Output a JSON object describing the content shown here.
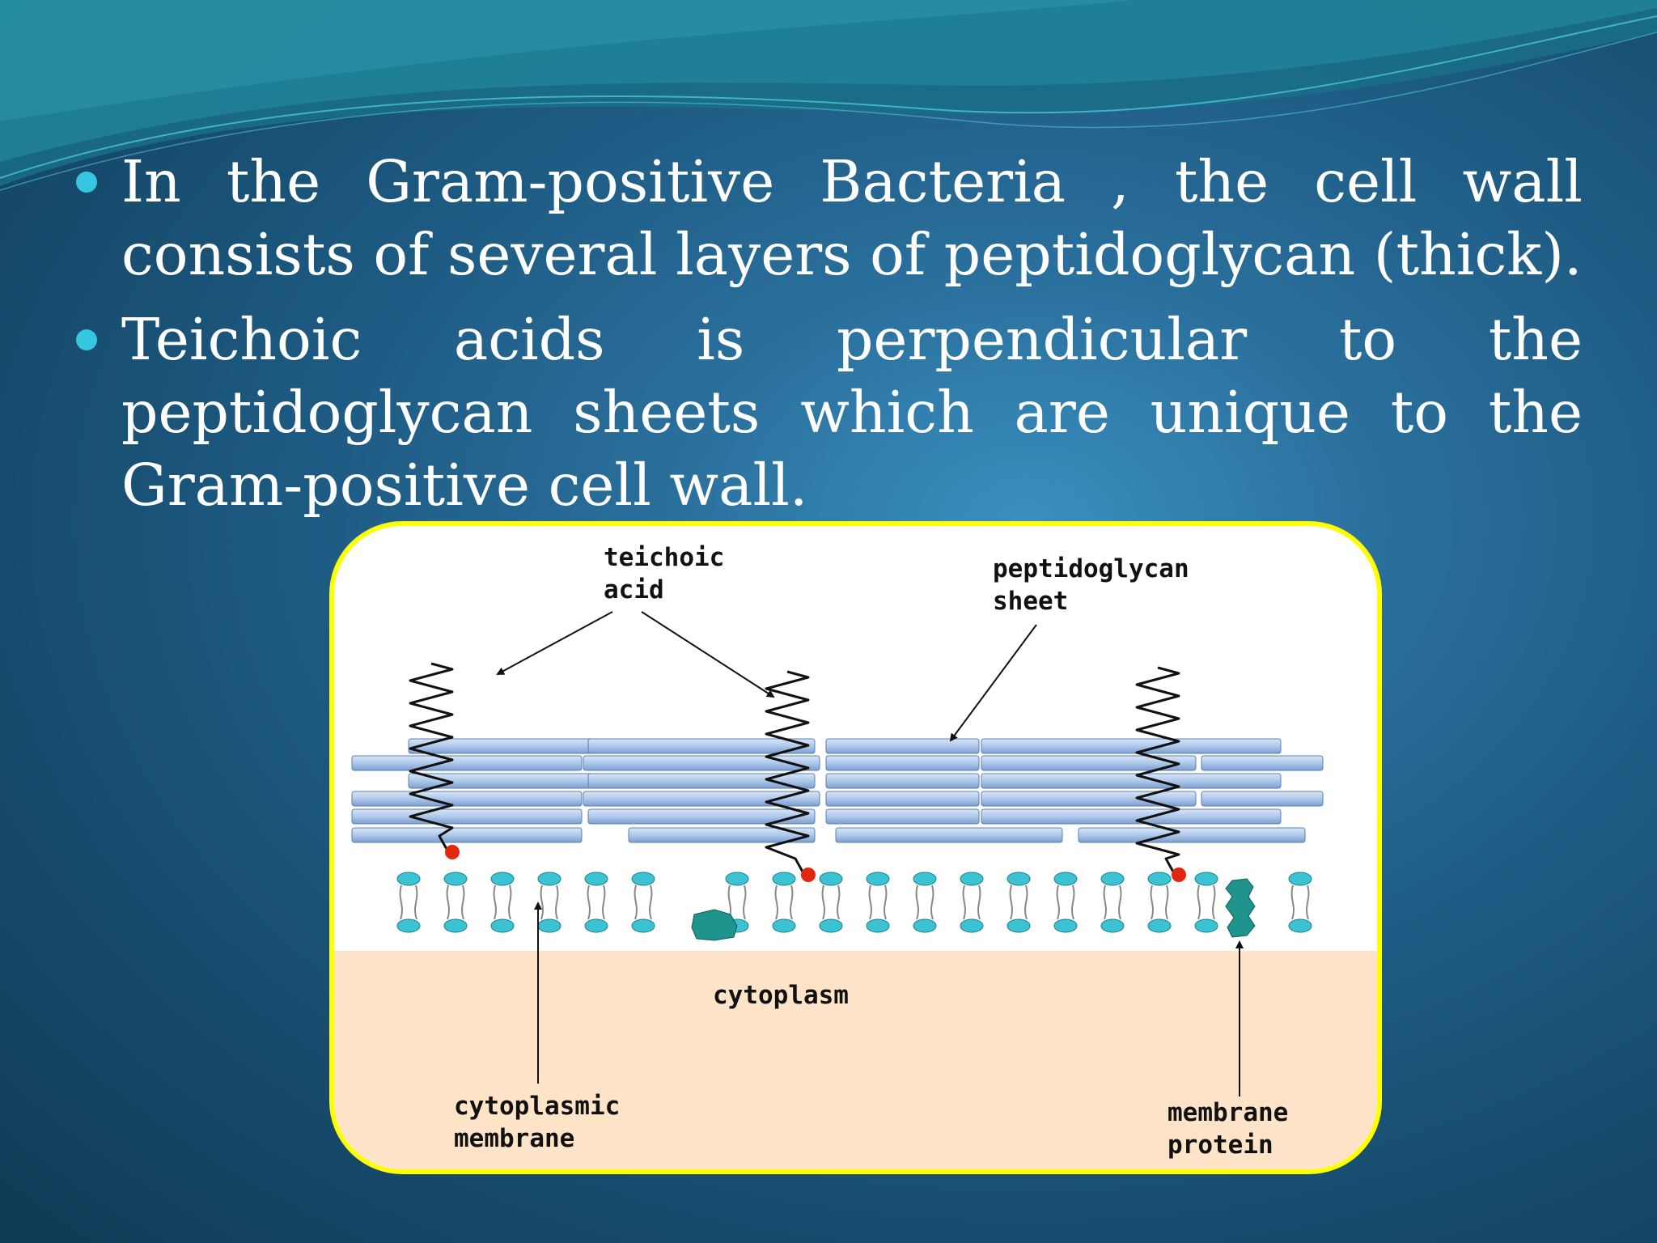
{
  "slide": {
    "bullets": [
      {
        "text": "In the Gram-positive Bacteria , the cell wall consists of several layers of peptidoglycan (thick)."
      },
      {
        "text": "Teichoic acids is perpendicular to the peptidoglycan sheets which are unique to the Gram-positive cell wall."
      }
    ]
  },
  "figure": {
    "labels": {
      "teichoic_1": "teichoic",
      "teichoic_2": "acid",
      "pepti_1": "peptidoglycan",
      "pepti_2": "sheet",
      "cytoplasm": "cytoplasm",
      "cm_1": "cytoplasmic",
      "cm_2": "membrane",
      "mp_1": "membrane",
      "mp_2": "protein"
    },
    "colors": {
      "frame": "#ffff00",
      "sheet": "#aec8ea",
      "cytoplasm": "#fde3c8",
      "lipid_head": "#3cc3d3",
      "protein": "#1e948c",
      "anchor": "#e02810",
      "bullet": "#36c6e0"
    }
  }
}
